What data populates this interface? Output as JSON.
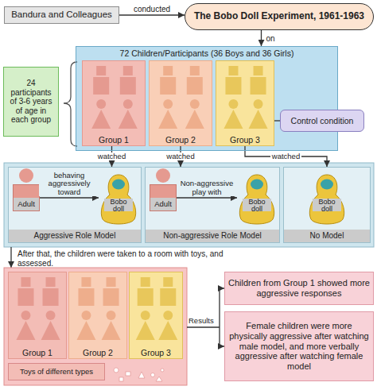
{
  "diagram": {
    "nodes": [
      {
        "text": [
          "Bandura and Colleagues"
        ]
      },
      {
        "text": [
          "The Bobo Doll Experiment, 1961-1963"
        ]
      },
      {
        "text": [
          "72 Children/Participants (36 Boys and 36 Girls)"
        ]
      },
      {
        "text": [
          "Group 1"
        ],
        "in": 2
      },
      {
        "text": [
          "Group 2"
        ],
        "in": 2
      },
      {
        "text": [
          "Group 3"
        ],
        "in": 2
      },
      {
        "text": [
          "24 participants of 3-6 years of age in each group"
        ]
      },
      {
        "text": [
          "Control condition"
        ]
      },
      {
        "text": [
          "Aggressive Role Model"
        ]
      },
      {
        "text": [
          "Adult"
        ],
        "in": 8
      },
      {
        "text": [
          "Bobo doll"
        ],
        "in": 8
      },
      {
        "text": [
          "Non-aggressive Role Model"
        ]
      },
      {
        "text": [
          "Adult"
        ],
        "in": 11
      },
      {
        "text": [
          "Bobo doll"
        ],
        "in": 11
      },
      {
        "text": [
          "No Model"
        ]
      },
      {
        "text": [
          "Bobo doll"
        ],
        "in": 14
      },
      {
        "text": [
          "Group 1"
        ]
      },
      {
        "text": [
          "Group 2"
        ]
      },
      {
        "text": [
          "Group 3"
        ]
      },
      {
        "text": [
          "Toys of different types"
        ]
      },
      {
        "text": [
          "Children from Group 1 showed more aggressive responses"
        ]
      },
      {
        "text": [
          "Female children were more physically aggressive after watching male model, and more verbally aggressive after watching female model"
        ]
      }
    ],
    "edges": [
      {
        "from": 0,
        "to": 1,
        "label": "conducted",
        "arrow": "to"
      },
      {
        "from": 1,
        "to": 2,
        "label": "on",
        "arrow": "to"
      },
      {
        "from": 7,
        "to": 5,
        "arrow": "none"
      },
      {
        "from": 3,
        "to": 8,
        "label": "watched",
        "arrow": "to"
      },
      {
        "from": 4,
        "to": 11,
        "label": "watched",
        "arrow": "to"
      },
      {
        "from": 5,
        "to": 14,
        "label": "watched",
        "arrow": "to"
      },
      {
        "from": 9,
        "to": 10,
        "label": "behaving aggressively toward",
        "arrow": "to"
      },
      {
        "from": 12,
        "to": 13,
        "label": "Non-aggressive play with",
        "arrow": "to"
      }
    ],
    "labels": [
      "After that, the children were taken to a room with toys, and assessed.",
      "Results"
    ]
  }
}
